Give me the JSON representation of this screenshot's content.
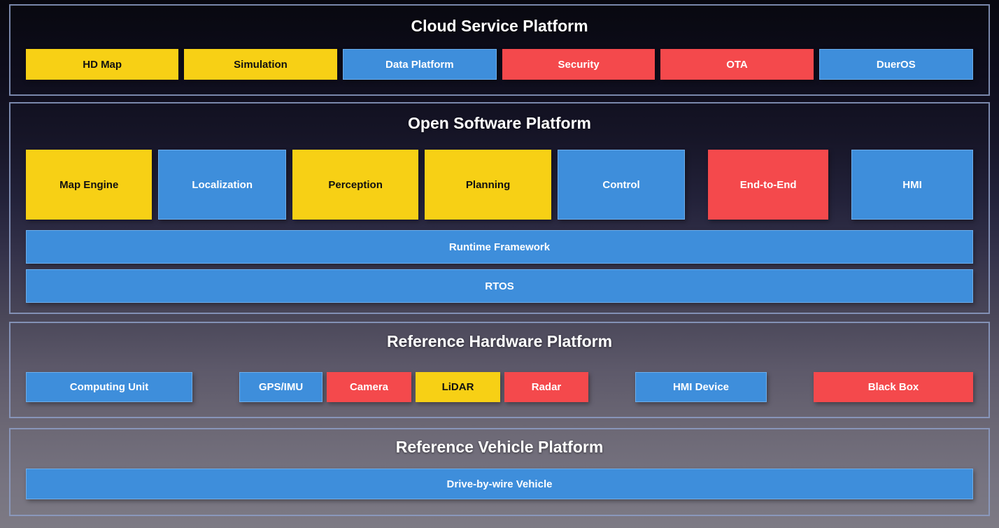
{
  "colors": {
    "yellow": "#F7D015",
    "blue": "#3E8EDB",
    "red": "#F4494C",
    "yellow_text": "#111111",
    "light_text": "#FFFFFF",
    "section_border": "#8D9EC6",
    "background_top": "#08080F",
    "background_bottom": "#7D7A84"
  },
  "sections": {
    "cloud": {
      "title": "Cloud Service Platform",
      "boxes": [
        {
          "label": "HD Map",
          "color": "yellow"
        },
        {
          "label": "Simulation",
          "color": "yellow"
        },
        {
          "label": "Data Platform",
          "color": "blue"
        },
        {
          "label": "Security",
          "color": "red"
        },
        {
          "label": "OTA",
          "color": "red"
        },
        {
          "label": "DuerOS",
          "color": "blue"
        }
      ]
    },
    "software": {
      "title": "Open Software Platform",
      "modules": [
        {
          "label": "Map Engine",
          "color": "yellow"
        },
        {
          "label": "Localization",
          "color": "blue"
        },
        {
          "label": "Perception",
          "color": "yellow"
        },
        {
          "label": "Planning",
          "color": "yellow"
        },
        {
          "label": "Control",
          "color": "blue"
        },
        {
          "label": "End-to-End",
          "color": "red"
        },
        {
          "label": "HMI",
          "color": "blue"
        }
      ],
      "runtime_bar": {
        "label": "Runtime Framework",
        "color": "blue"
      },
      "rtos_bar": {
        "label": "RTOS",
        "color": "blue"
      }
    },
    "hardware": {
      "title": "Reference Hardware Platform",
      "computing_unit": {
        "label": "Computing Unit",
        "color": "blue"
      },
      "sensors": [
        {
          "label": "GPS/IMU",
          "color": "blue"
        },
        {
          "label": "Camera",
          "color": "red"
        },
        {
          "label": "LiDAR",
          "color": "yellow"
        },
        {
          "label": "Radar",
          "color": "red"
        }
      ],
      "hmi_device": {
        "label": "HMI Device",
        "color": "blue"
      },
      "black_box": {
        "label": "Black Box",
        "color": "red"
      }
    },
    "vehicle": {
      "title": "Reference Vehicle Platform",
      "bar": {
        "label": "Drive-by-wire Vehicle",
        "color": "blue"
      }
    }
  }
}
